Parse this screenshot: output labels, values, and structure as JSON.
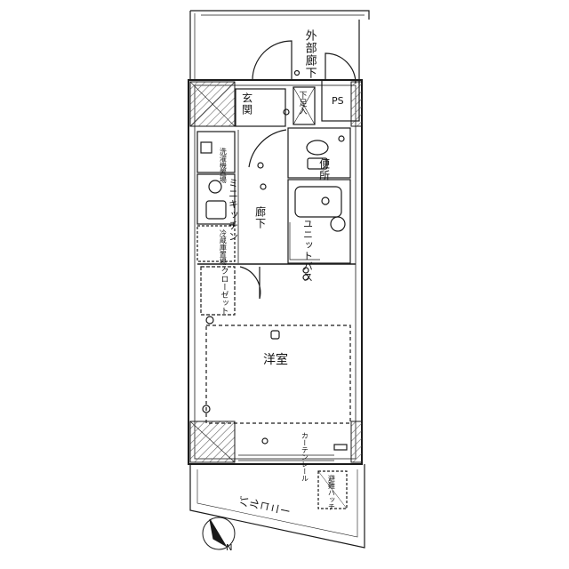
{
  "labels": {
    "outer_corridor": "外部廊下",
    "ps": "PS",
    "entrance": "玄関",
    "shoe_box": "下足入",
    "toilet": "便所",
    "washer": "洗濯機置場",
    "kitchen": "ミニキッチン",
    "hallway": "廊下",
    "unit_bath": "ユニットバス",
    "fridge": "冷蔵庫置場",
    "closet": "クローゼット",
    "western_room": "洋室",
    "curtain_rail": "カーテンレール",
    "balcony": "バルコニー",
    "escape_hatch": "避難ハッチ",
    "north": "N"
  },
  "colors": {
    "line": "#1a1a1a",
    "hatch": "#444444",
    "fill": "#d0d0d0"
  }
}
